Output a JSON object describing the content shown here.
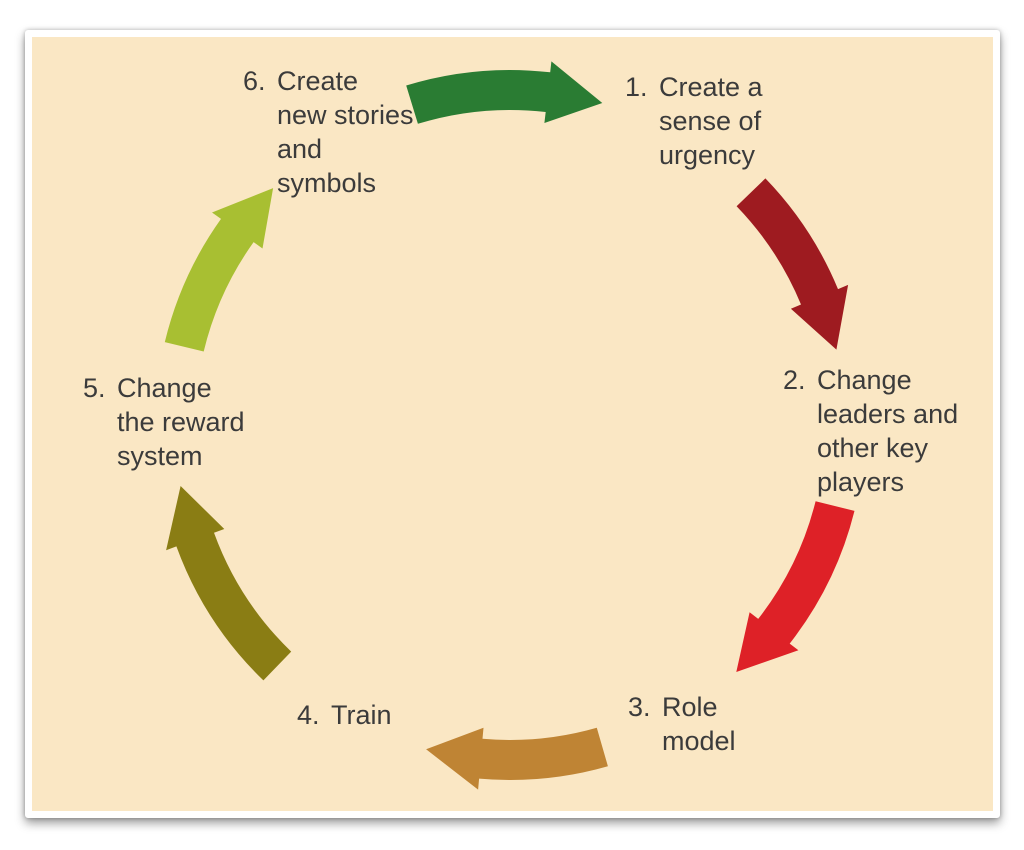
{
  "diagram": {
    "type": "cycle",
    "background_color": "#fae7c4",
    "frame_color": "#ffffff",
    "text_color": "#3b3b3b",
    "steps": [
      {
        "number": "1.",
        "lines": [
          "Create a",
          "sense of",
          "urgency"
        ]
      },
      {
        "number": "2.",
        "lines": [
          "Change",
          "leaders and",
          "other key",
          "players"
        ]
      },
      {
        "number": "3.",
        "lines": [
          "Role",
          "model"
        ]
      },
      {
        "number": "4.",
        "lines": [
          "Train"
        ]
      },
      {
        "number": "5.",
        "lines": [
          "Change",
          "the reward",
          "system"
        ]
      },
      {
        "number": "6.",
        "lines": [
          "Create",
          "new stories",
          "and",
          "symbols"
        ]
      }
    ],
    "arrows": [
      {
        "name": "step1-to-step2",
        "color": "#9e1b20"
      },
      {
        "name": "step2-to-step3",
        "color": "#de2127"
      },
      {
        "name": "step3-to-step4",
        "color": "#bf8434"
      },
      {
        "name": "step4-to-step5",
        "color": "#8a7d14"
      },
      {
        "name": "step5-to-step6",
        "color": "#a8bf32"
      },
      {
        "name": "step6-to-step1",
        "color": "#2a7c33"
      }
    ]
  }
}
